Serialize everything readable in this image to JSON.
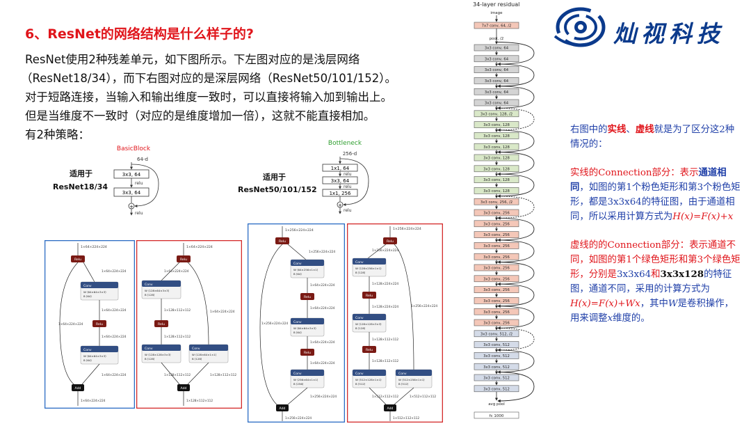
{
  "title": "6、ResNet的网络结构是什么样子的?",
  "intro_lines": [
    "ResNet使用2种残差单元，如下图所示。下左图对应的是浅层网络",
    "（ResNet18/34），而下右图对应的是深层网络（ResNet50/101/152）。",
    "对于短路连接，当输入和输出维度一致时，可以直接将输入加到输出上。",
    "但是当维度不一致时（对应的是维度增加一倍），这就不能直接相加。",
    "有2种策略："
  ],
  "logo": {
    "text": "灿视科技",
    "icon": "swirl-logo-icon"
  },
  "basic_block": {
    "title": "BasicBlock",
    "input": "64-d",
    "layer1": "3x3, 64",
    "relu1": "relu",
    "layer2": "3x3, 64",
    "relu_out": "relu",
    "applies_to": "适用于",
    "model": "ResNet18/34"
  },
  "bottleneck": {
    "title": "Bottleneck",
    "input": "256-d",
    "layer1": "1x1, 64",
    "relu1": "relu",
    "layer2": "3x3, 64",
    "relu2": "relu",
    "layer3": "1x1, 256",
    "relu_out": "relu",
    "applies_to": "适用于",
    "model": "ResNet50/101/152"
  },
  "graph_a": {
    "relu": "Relu",
    "conv": "Conv",
    "add": "Add",
    "top": "1×64×224×224",
    "left": "1×64×224×224",
    "e1": "1×64×224×224",
    "e2": "1×64×224×224",
    "e3": "1×64×224×224",
    "e4": "1×64×224×224",
    "bottom": "1×64×224×224",
    "c1_w": "W  ⟨64×64×3×3⟩",
    "c1_b": "B  ⟨64⟩",
    "c2_w": "W  ⟨64×64×3×3⟩",
    "c2_b": "B  ⟨64⟩"
  },
  "graph_b": {
    "relu": "Relu",
    "conv": "Conv",
    "add": "Add",
    "top": "1×64×224×224",
    "e1": "1×64×224×224",
    "right": "1×64×224×224",
    "e2": "1×128×112×112",
    "e3": "1×128×112×112",
    "e4": "1×128×112×112",
    "e5": "1×128×112×112",
    "bottom": "1×128×112×112",
    "c1_w": "W  ⟨128×64×3×3⟩",
    "c1_b": "B  ⟨128⟩",
    "c2_w": "W  ⟨128×128×3×3⟩",
    "c2_b": "B  ⟨128⟩",
    "c3_w": "W  ⟨128×64×1×1⟩",
    "c3_b": "B  ⟨128⟩"
  },
  "graph_c": {
    "relu": "Relu",
    "conv": "Conv",
    "add": "Add",
    "top": "1×256×224×224",
    "left": "1×256×224×224",
    "e1": "1×256×224×224",
    "e2": "1×64×224×224",
    "e3": "1×64×224×224",
    "e4": "1×64×224×224",
    "e5": "1×64×224×224",
    "e6": "1×256×224×224",
    "bottom": "1×256×224×224",
    "c1_w": "W  ⟨64×256×1×1⟩",
    "c1_b": "B  ⟨64⟩",
    "c2_w": "W  ⟨64×64×3×3⟩",
    "c2_b": "B  ⟨64⟩",
    "c3_w": "W  ⟨256×64×1×1⟩",
    "c3_b": "B  ⟨256⟩"
  },
  "graph_d": {
    "relu": "Relu",
    "conv": "Conv",
    "add": "Add",
    "top": "1×256×224×224",
    "e1": "1×256×224×224",
    "right": "1×256×224×224",
    "e2": "1×128×224×224",
    "e3": "1×128×224×224",
    "e4": "1×128×112×112",
    "e5": "1×128×112×112",
    "e6": "1×512×112×112",
    "e7": "1×512×112×112",
    "bottom": "1×512×112×112",
    "c1_w": "W  ⟨128×256×1×1⟩",
    "c1_b": "B  ⟨128⟩",
    "c2_w": "W  ⟨128×128×3×3⟩",
    "c2_b": "B  ⟨128⟩",
    "c3_w": "W  ⟨512×128×1×1⟩",
    "c3_b": "B  ⟨512⟩",
    "c4_w": "W  ⟨512×256×1×1⟩",
    "c4_b": "B  ⟨512⟩"
  },
  "resnet34": {
    "title": "34-layer residual",
    "image": "image",
    "pool": "pool, /2",
    "avg_pool": "avg pool",
    "fc": "fc 1000",
    "layers": [
      {
        "label": "7x7 conv, 64, /2",
        "color": "#f4c7b8"
      },
      {
        "label": "3x3 conv, 64",
        "color": "#d4d4d4"
      },
      {
        "label": "3x3 conv, 64",
        "color": "#d4d4d4"
      },
      {
        "label": "3x3 conv, 64",
        "color": "#d4d4d4"
      },
      {
        "label": "3x3 conv, 64",
        "color": "#d4d4d4"
      },
      {
        "label": "3x3 conv, 64",
        "color": "#d4d4d4"
      },
      {
        "label": "3x3 conv, 64",
        "color": "#d4d4d4"
      },
      {
        "label": "3x3 conv, 128, /2",
        "color": "#d9e8c8"
      },
      {
        "label": "3x3 conv, 128",
        "color": "#d9e8c8"
      },
      {
        "label": "3x3 conv, 128",
        "color": "#d9e8c8"
      },
      {
        "label": "3x3 conv, 128",
        "color": "#d9e8c8"
      },
      {
        "label": "3x3 conv, 128",
        "color": "#d9e8c8"
      },
      {
        "label": "3x3 conv, 128",
        "color": "#d9e8c8"
      },
      {
        "label": "3x3 conv, 128",
        "color": "#d9e8c8"
      },
      {
        "label": "3x3 conv, 128",
        "color": "#d9e8c8"
      },
      {
        "label": "3x3 conv, 256, /2",
        "color": "#f4c7b8"
      },
      {
        "label": "3x3 conv, 256",
        "color": "#f4c7b8"
      },
      {
        "label": "3x3 conv, 256",
        "color": "#f4c7b8"
      },
      {
        "label": "3x3 conv, 256",
        "color": "#f4c7b8"
      },
      {
        "label": "3x3 conv, 256",
        "color": "#f4c7b8"
      },
      {
        "label": "3x3 conv, 256",
        "color": "#f4c7b8"
      },
      {
        "label": "3x3 conv, 256",
        "color": "#f4c7b8"
      },
      {
        "label": "3x3 conv, 256",
        "color": "#f4c7b8"
      },
      {
        "label": "3x3 conv, 256",
        "color": "#f4c7b8"
      },
      {
        "label": "3x3 conv, 256",
        "color": "#f4c7b8"
      },
      {
        "label": "3x3 conv, 256",
        "color": "#f4c7b8"
      },
      {
        "label": "3x3 conv, 256",
        "color": "#f4c7b8"
      },
      {
        "label": "3x3 conv, 512, /2",
        "color": "#d4dbe8"
      },
      {
        "label": "3x3 conv, 512",
        "color": "#d4dbe8"
      },
      {
        "label": "3x3 conv, 512",
        "color": "#d4dbe8"
      },
      {
        "label": "3x3 conv, 512",
        "color": "#d4dbe8"
      },
      {
        "label": "3x3 conv, 512",
        "color": "#d4dbe8"
      },
      {
        "label": "3x3 conv, 512",
        "color": "#d4dbe8"
      }
    ]
  },
  "note": {
    "p1_a": "右图中的",
    "p1_solid": "实线",
    "p1_sep": "、",
    "p1_dashed": "虚线",
    "p1_b": "就是为了区分这2种情况的：",
    "p2_a": "实线的Connection部分：表示",
    "p2_bold": "通道相同",
    "p2_b": "，如图的第1个粉色矩形和第3个粉色矩形，都是3x3x64的特征图，由于通道相同，所以采用计算方式为",
    "p2_formula": "H(x)=F(x)+x",
    "p3_a": "虚线的的Connection部分：表示通道不同，如图的第1个绿色矩形和第3个绿色矩形，分别是",
    "p3_dim1": "3x3x64",
    "p3_and": "和",
    "p3_dim2": "3x3x128",
    "p3_b": "的特征图，通道不同，采用的计算方式为",
    "p3_formula": "H(x)=F(x)+Wx",
    "p3_c": "，其中",
    "p3_w": "W",
    "p3_d": "是卷积操作，用来调整",
    "p3_x": "x",
    "p3_e": "维度的。"
  },
  "colors": {
    "title_red": "#e0151b",
    "note_blue": "#1f3fa8",
    "logo_blue": "#0b3a8c",
    "frame_blue": "#2b6cc4",
    "frame_red": "#d42a2a",
    "relu": "#7a1a14",
    "conv": "#324e83"
  }
}
